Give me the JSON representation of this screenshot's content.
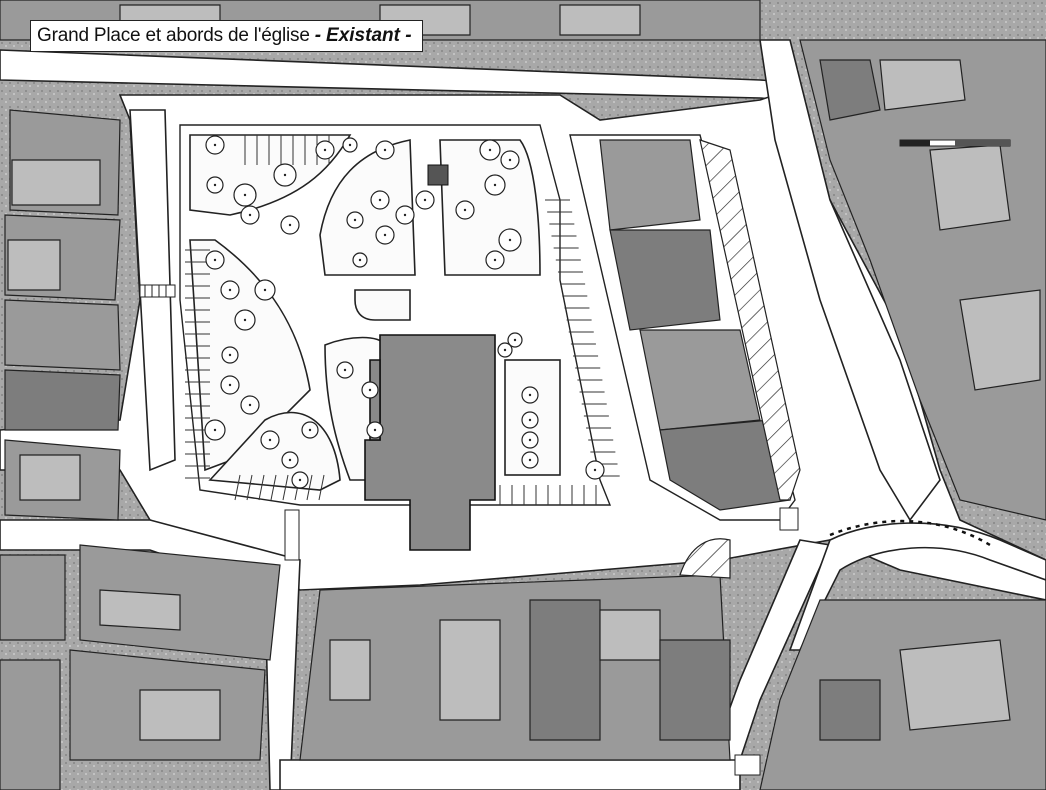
{
  "map": {
    "title": "Grand Place et abords de l'église",
    "separator": "-",
    "state": "Existant -"
  },
  "colors": {
    "building": "#9a9a9a",
    "building_dark": "#7d7d7d",
    "building_light": "#bdbdbd",
    "road": "#ffffff",
    "line": "#222222"
  },
  "layers": [
    "buildings",
    "roads",
    "square",
    "parking",
    "trees",
    "church",
    "hatched-areas",
    "scale-bar"
  ]
}
